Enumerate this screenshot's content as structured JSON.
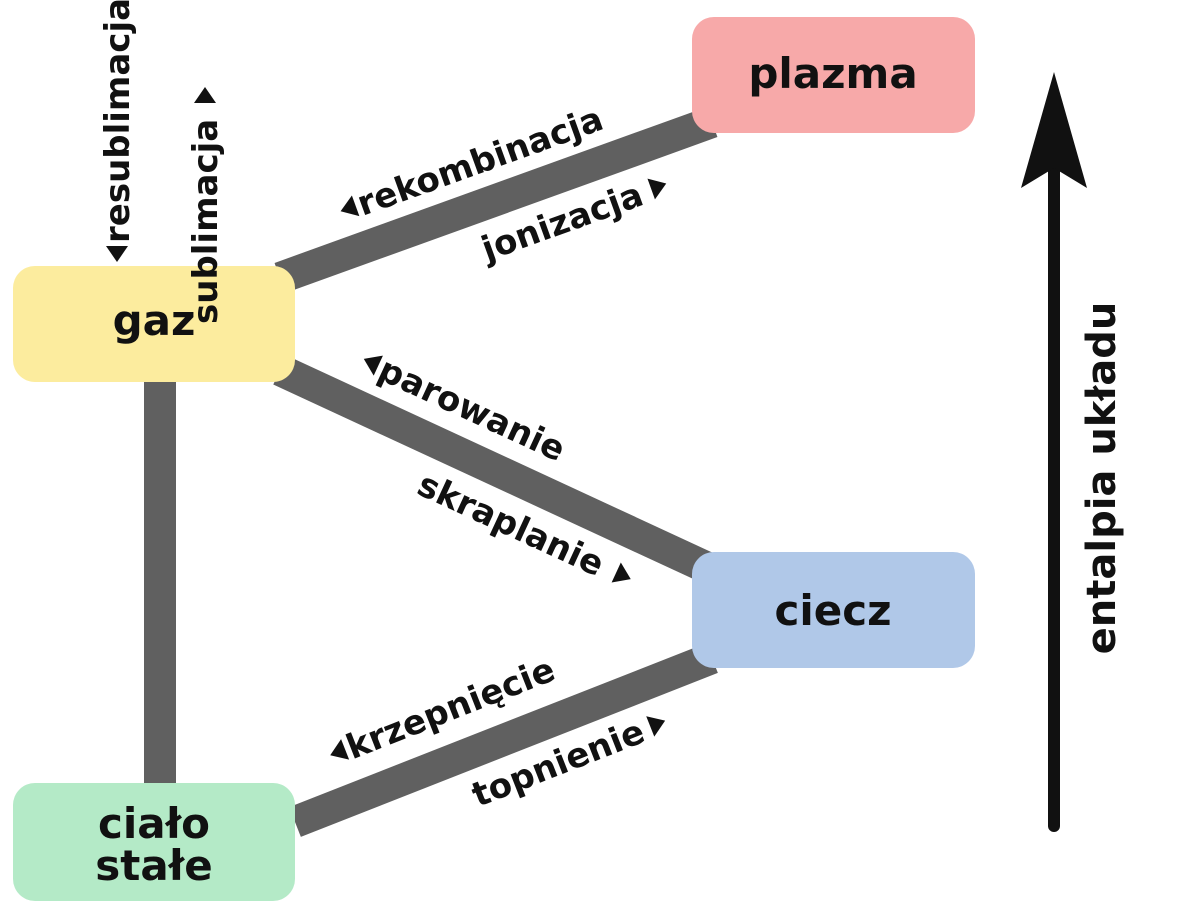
{
  "colors": {
    "connector": "#606060",
    "arrow": "#111111",
    "plazma": "#f7a9a9",
    "gaz": "#fcec9e",
    "ciecz": "#b0c8e8",
    "cialo_stale": "#b4eac7"
  },
  "states": {
    "plazma": "plazma",
    "gaz": "gaz",
    "ciecz": "ciecz",
    "cialo_stale_line1": "ciało",
    "cialo_stale_line2": "stałe"
  },
  "transitions": {
    "rekombinacja": "rekombinacja",
    "jonizacja": "jonizacja",
    "parowanie": "parowanie",
    "skraplanie": "skraplanie",
    "krzepniecie": "krzepnięcie",
    "topnienie": "topnienie",
    "resublimacja": "resublimacja",
    "sublimacja": "sublimacja"
  },
  "axis": {
    "label": "entalpia układu"
  }
}
